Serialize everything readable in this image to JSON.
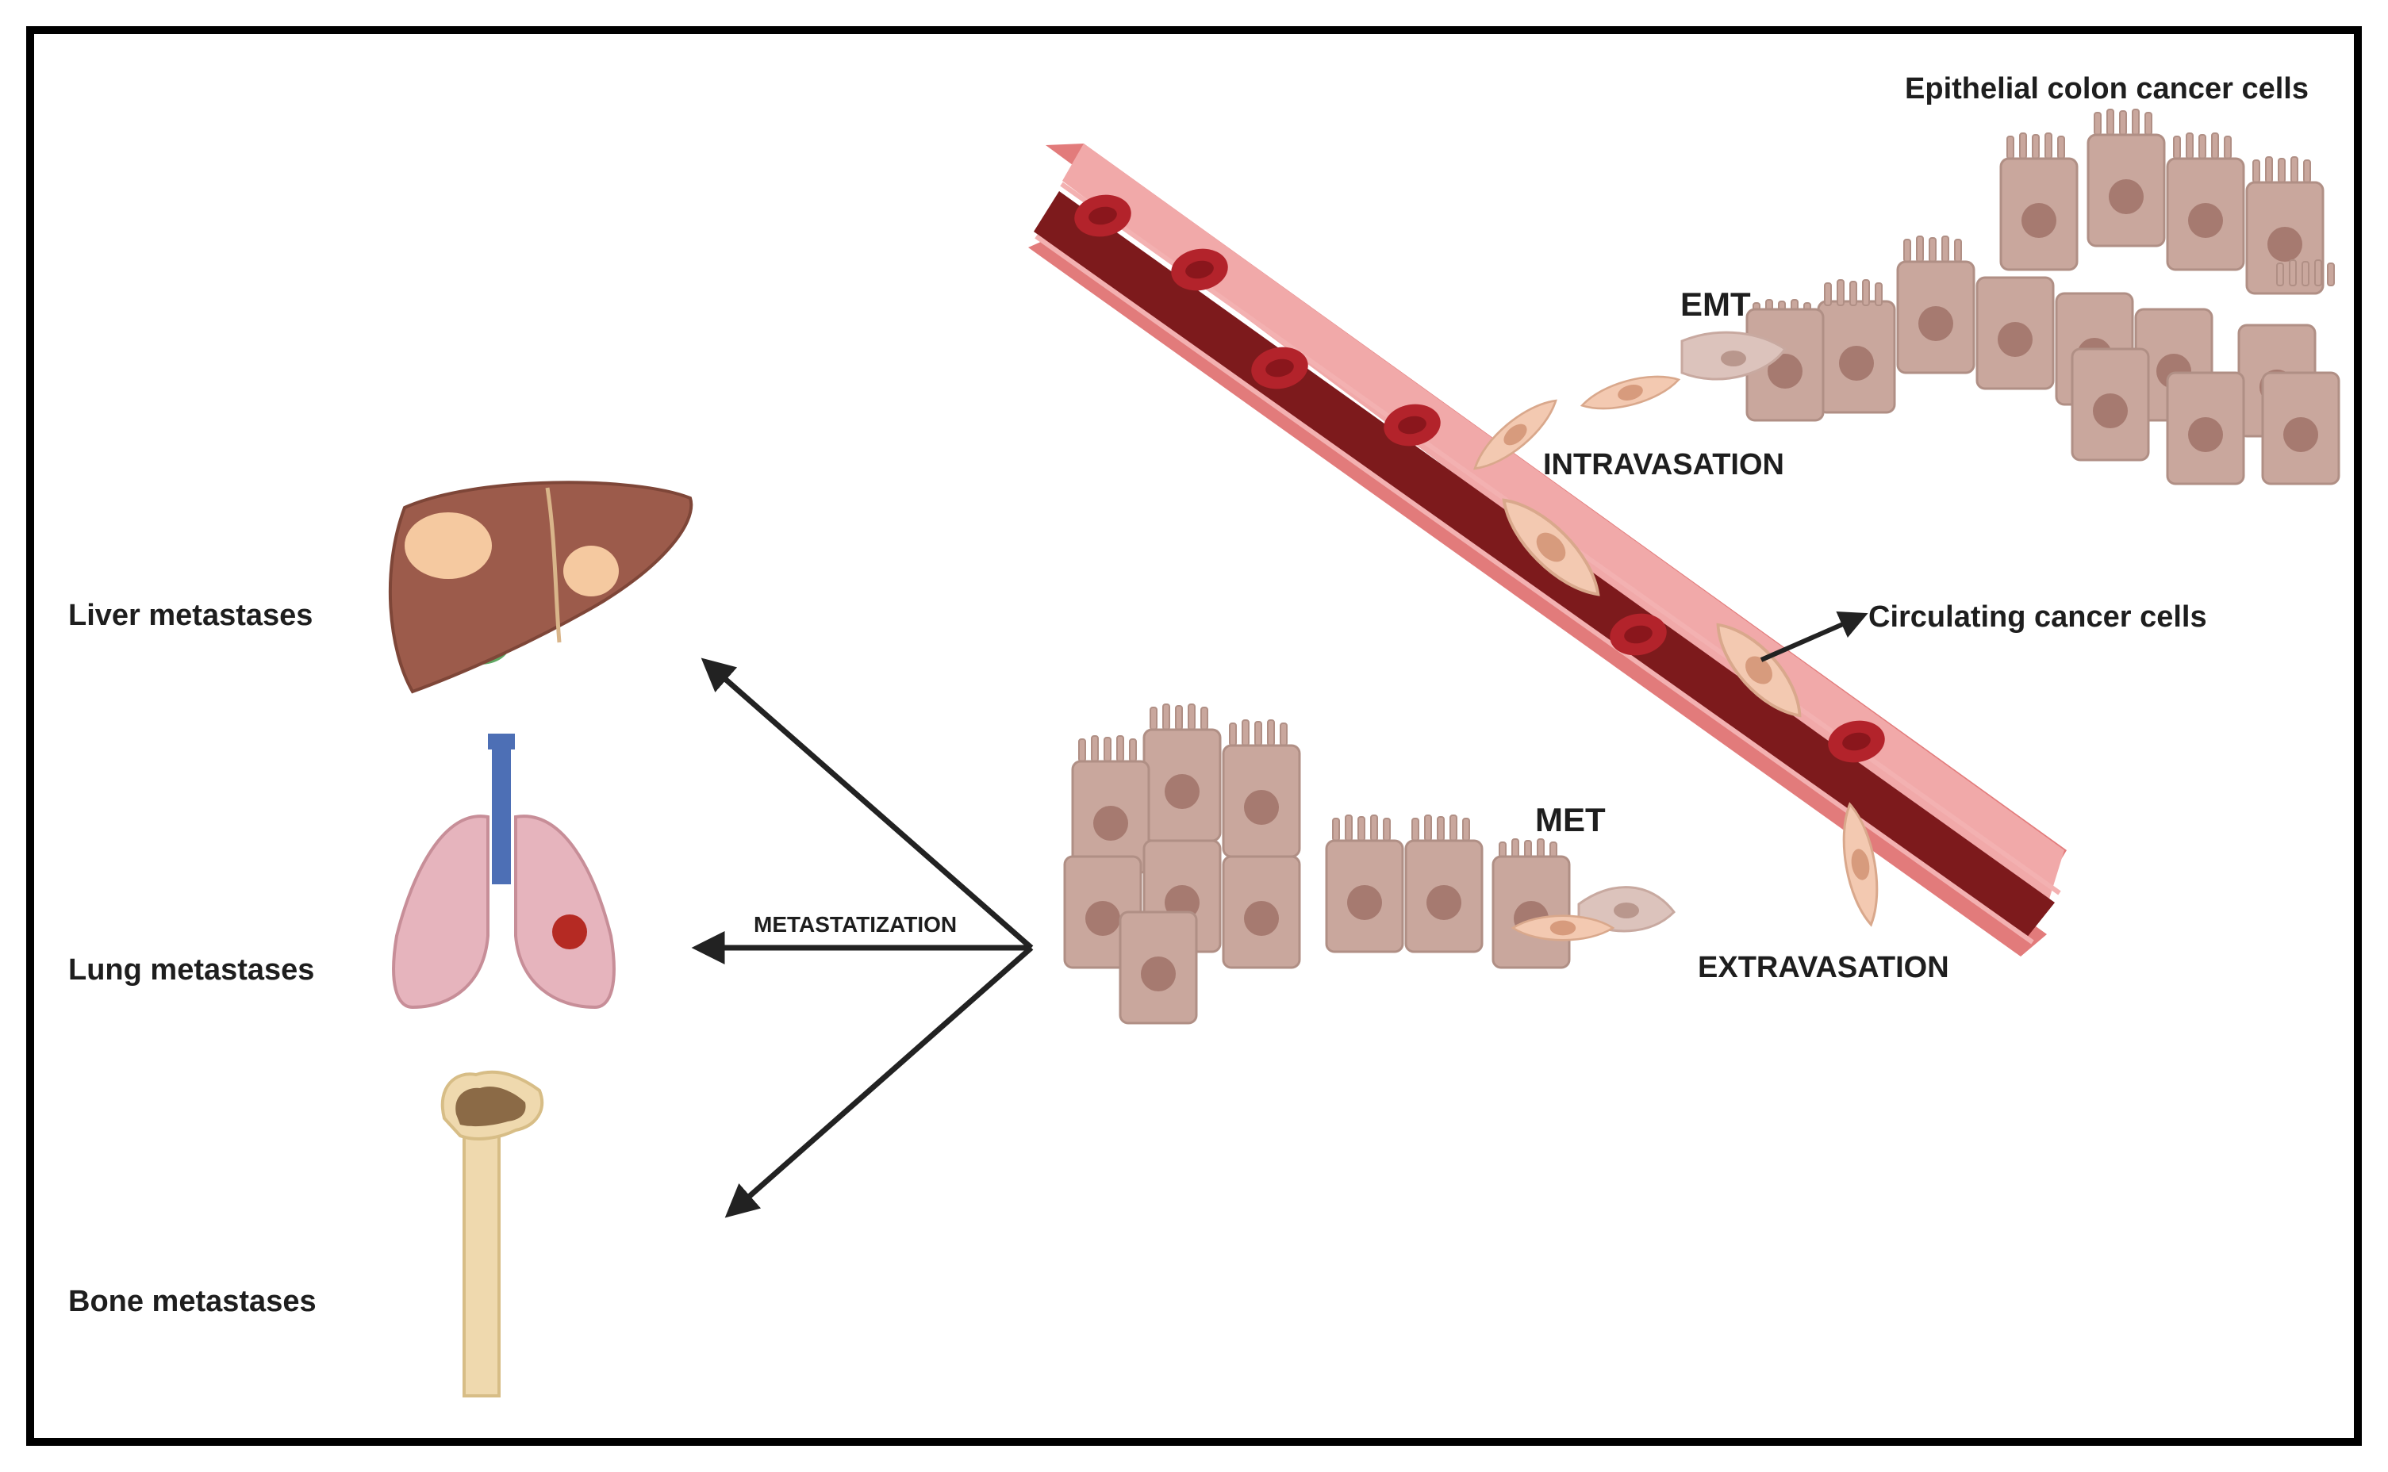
{
  "labels": {
    "epithelial": "Epithelial colon cancer cells",
    "emt": "EMT",
    "intravasation": "INTRAVASATION",
    "circulating": "Circulating cancer cells",
    "met": "MET",
    "extravasation": "EXTRAVASATION",
    "metastatization": "METASTATIZATION",
    "liver": "Liver metastases",
    "lung": "Lung metastases",
    "bone": "Bone metastases"
  },
  "colors": {
    "frame": "#000000",
    "vessel_wall": "#e27b7b",
    "vessel_lumen": "#7d1a1c",
    "rbc": "#b3232b",
    "epithelial_cell": "#c9a79d",
    "cell_nucleus": "#a67a70",
    "mesenchymal_cell": "#f3c9b1",
    "liver": "#9c5b4b",
    "liver_lesion": "#f5c9a0",
    "gallbladder": "#5fa863",
    "lung": "#e6b4bd",
    "trachea": "#4d6fb5",
    "lung_tumor": "#b52a23",
    "bone": "#efd9ae",
    "bone_marrow": "#8b6a46",
    "arrow": "#222222"
  }
}
